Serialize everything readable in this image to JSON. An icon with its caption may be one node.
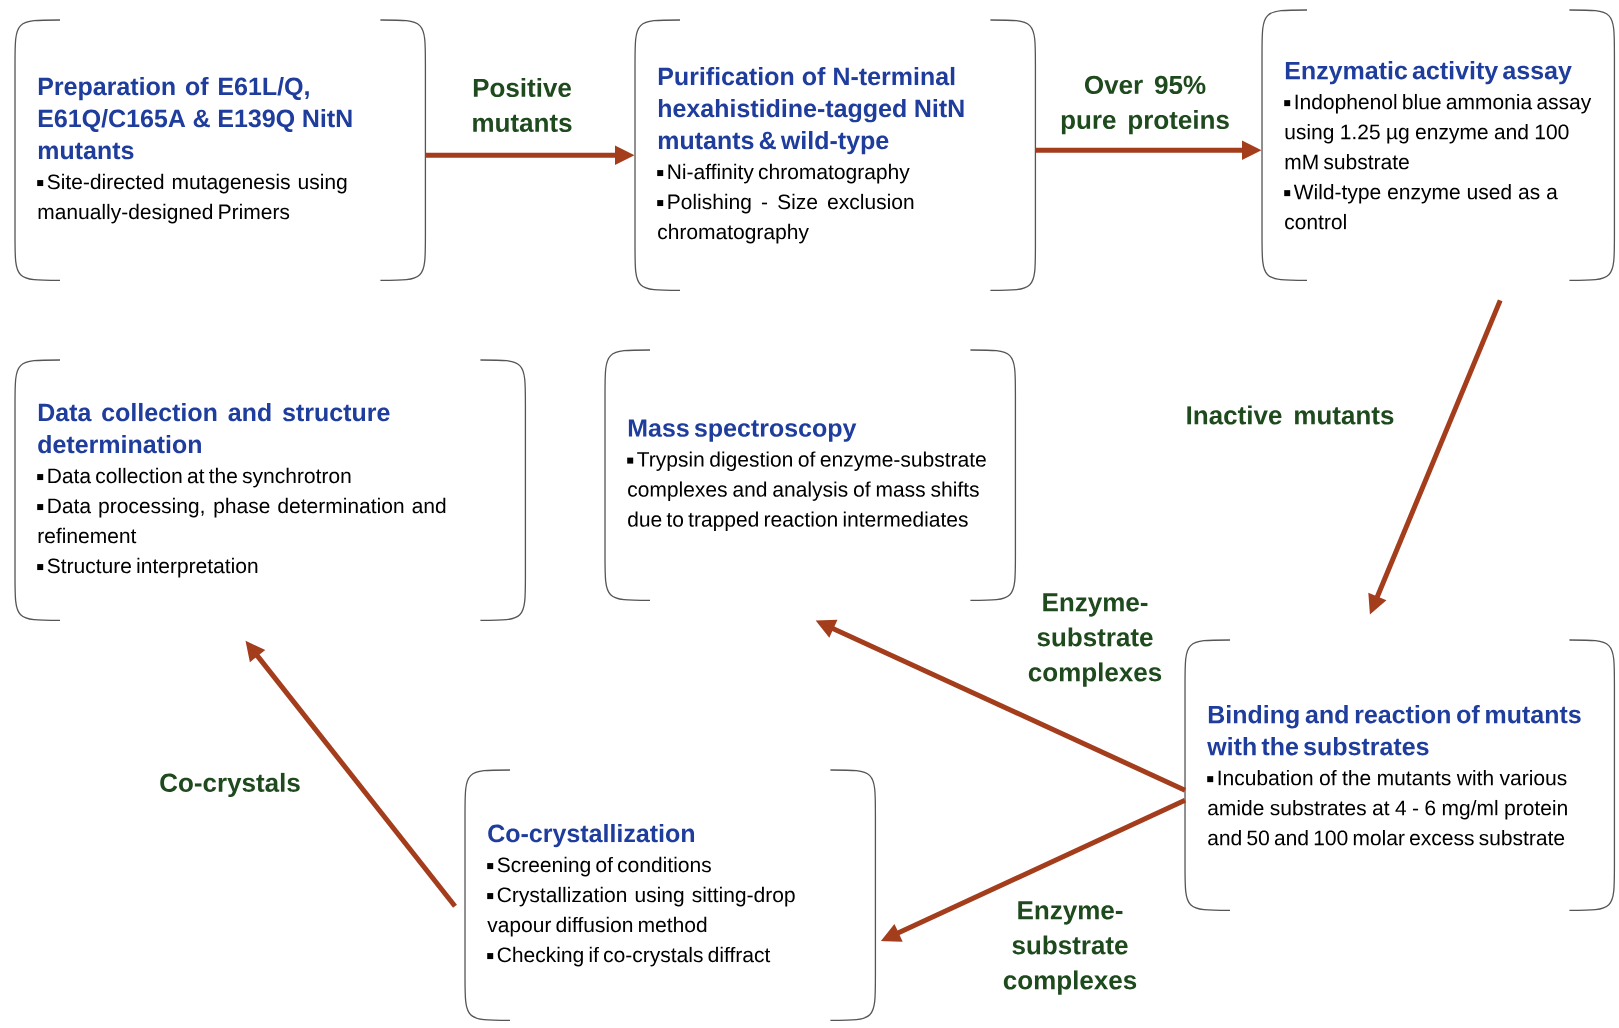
{
  "diagram": {
    "nodes": [
      {
        "text": [
          "Preparation of E61L/Q, E61Q/C165A & E139Q NitN mutants",
          "Site-directed mutagenesis using manually-designed Primers"
        ]
      },
      {
        "text": [
          "Purification of N-terminal hexahistidine-tagged NitN mutants & wild-type",
          "Ni-affinity chromatography",
          "Polishing - Size exclusion chromatography"
        ]
      },
      {
        "text": [
          "Enzymatic activity assay",
          "Indophenol blue ammonia assay using 1.25 µg enzyme and 100 mM substrate",
          "Wild-type enzyme used as a control"
        ]
      },
      {
        "text": [
          "Data collection and structure determination",
          "Data collection at the synchrotron",
          "Data processing, phase determination and refinement",
          "Structure interpretation"
        ]
      },
      {
        "text": [
          "Mass spectroscopy",
          "Trypsin digestion of enzyme-substrate complexes and analysis of mass shifts due to trapped reaction intermediates"
        ]
      },
      {
        "text": [
          "Binding and reaction of mutants with the substrates",
          "Incubation of the mutants with various amide substrates at 4 - 6 mg/ml protein and 50 and 100 molar excess substrate"
        ]
      },
      {
        "text": [
          "Co-crystallization",
          "Screening of conditions",
          "Crystallization using sitting-drop vapour diffusion method",
          "Checking if co-crystals diffract"
        ]
      }
    ],
    "edges": [
      {
        "from": 0,
        "to": 1,
        "arrow": "to",
        "label": "Positive mutants"
      },
      {
        "from": 1,
        "to": 2,
        "arrow": "to",
        "label": "Over 95% pure proteins"
      },
      {
        "from": 2,
        "to": 5,
        "arrow": "to",
        "label": "Inactive mutants"
      },
      {
        "from": 5,
        "to": 4,
        "arrow": "to",
        "label": "Enzyme-substrate complexes"
      },
      {
        "from": 5,
        "to": 6,
        "arrow": "to",
        "label": "Enzyme-substrate complexes"
      },
      {
        "from": 6,
        "to": 3,
        "arrow": "to",
        "label": "Co-crystals"
      }
    ]
  }
}
